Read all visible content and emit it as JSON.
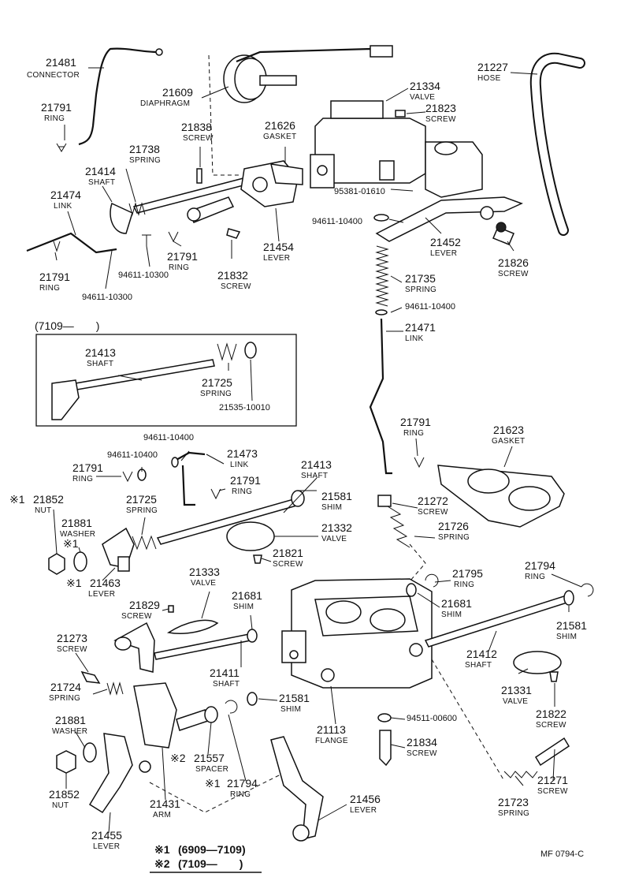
{
  "parts": [
    {
      "id": "p21481",
      "num": "21481",
      "name": "CONNECTOR"
    },
    {
      "id": "p21791a",
      "num": "21791",
      "name": "RING"
    },
    {
      "id": "p21609",
      "num": "21609",
      "name": "DIAPHRAGM"
    },
    {
      "id": "p21838",
      "num": "21838",
      "name": "SCREW"
    },
    {
      "id": "p21738",
      "num": "21738",
      "name": "SPRING"
    },
    {
      "id": "p21414",
      "num": "21414",
      "name": "SHAFT"
    },
    {
      "id": "p21474",
      "num": "21474",
      "name": "LINK"
    },
    {
      "id": "p21791b",
      "num": "21791",
      "name": "RING"
    },
    {
      "id": "p21791c",
      "num": "21791",
      "name": "RING"
    },
    {
      "id": "p21832",
      "num": "21832",
      "name": "SCREW"
    },
    {
      "id": "p21454",
      "num": "21454",
      "name": "LEVER"
    },
    {
      "id": "p21626",
      "num": "21626",
      "name": "GASKET"
    },
    {
      "id": "p21334",
      "num": "21334",
      "name": "VALVE"
    },
    {
      "id": "p21823",
      "num": "21823",
      "name": "SCREW"
    },
    {
      "id": "p21227",
      "num": "21227",
      "name": "HOSE"
    },
    {
      "id": "p21452",
      "num": "21452",
      "name": "LEVER"
    },
    {
      "id": "p21826",
      "num": "21826",
      "name": "SCREW"
    },
    {
      "id": "p21735",
      "num": "21735",
      "name": "SPRING"
    },
    {
      "id": "p21471",
      "num": "21471",
      "name": "LINK"
    },
    {
      "id": "p21413a",
      "num": "21413",
      "name": "SHAFT"
    },
    {
      "id": "p21725a",
      "num": "21725",
      "name": "SPRING"
    },
    {
      "id": "p21791d",
      "num": "21791",
      "name": "RING"
    },
    {
      "id": "p21623",
      "num": "21623",
      "name": "GASKET"
    },
    {
      "id": "p21473",
      "num": "21473",
      "name": "LINK"
    },
    {
      "id": "p21413b",
      "num": "21413",
      "name": "SHAFT"
    },
    {
      "id": "p21791e",
      "num": "21791",
      "name": "RING"
    },
    {
      "id": "p21791f",
      "num": "21791",
      "name": "RING"
    },
    {
      "id": "p21725b",
      "num": "21725",
      "name": "SPRING"
    },
    {
      "id": "p21581a",
      "num": "21581",
      "name": "SHIM"
    },
    {
      "id": "p21272",
      "num": "21272",
      "name": "SCREW"
    },
    {
      "id": "p21726",
      "num": "21726",
      "name": "SPRING"
    },
    {
      "id": "p21332",
      "num": "21332",
      "name": "VALVE"
    },
    {
      "id": "p21821",
      "num": "21821",
      "name": "SCREW"
    },
    {
      "id": "p21333",
      "num": "21333",
      "name": "VALVE"
    },
    {
      "id": "p21829",
      "num": "21829",
      "name": "SCREW"
    },
    {
      "id": "p21681a",
      "num": "21681",
      "name": "SHIM"
    },
    {
      "id": "p21795",
      "num": "21795",
      "name": "RING"
    },
    {
      "id": "p21681b",
      "num": "21681",
      "name": "SHIM"
    },
    {
      "id": "p21794a",
      "num": "21794",
      "name": "RING"
    },
    {
      "id": "p21581b",
      "num": "21581",
      "name": "SHIM"
    },
    {
      "id": "p21412",
      "num": "21412",
      "name": "SHAFT"
    },
    {
      "id": "p21331",
      "num": "21331",
      "name": "VALVE"
    },
    {
      "id": "p21822",
      "num": "21822",
      "name": "SCREW"
    },
    {
      "id": "p21273",
      "num": "21273",
      "name": "SCREW"
    },
    {
      "id": "p21411",
      "num": "21411",
      "name": "SHAFT"
    },
    {
      "id": "p21724",
      "num": "21724",
      "name": "SPRING"
    },
    {
      "id": "p21581c",
      "num": "21581",
      "name": "SHIM"
    },
    {
      "id": "p21113",
      "num": "21113",
      "name": "FLANGE"
    },
    {
      "id": "p21881b",
      "num": "21881",
      "name": "WASHER"
    },
    {
      "id": "p21852b",
      "num": "21852",
      "name": "NUT"
    },
    {
      "id": "p21455",
      "num": "21455",
      "name": "LEVER"
    },
    {
      "id": "p21431",
      "num": "21431",
      "name": "ARM"
    },
    {
      "id": "p21456",
      "num": "21456",
      "name": "LEVER"
    },
    {
      "id": "p21834",
      "num": "21834",
      "name": "SCREW"
    },
    {
      "id": "p21271",
      "num": "21271",
      "name": "SCREW"
    },
    {
      "id": "p21723",
      "num": "21723",
      "name": "SPRING"
    }
  ],
  "marked_parts": [
    {
      "id": "m21852",
      "mark": "※1",
      "num": "21852",
      "name": "NUT"
    },
    {
      "id": "m21881",
      "mark": "※1",
      "num": "21881",
      "name": "WASHER"
    },
    {
      "id": "m21463",
      "mark": "※1",
      "num": "21463",
      "name": "LEVER"
    },
    {
      "id": "m21557",
      "mark": "※2",
      "num": "21557",
      "name": "SPACER"
    },
    {
      "id": "m21794",
      "mark": "※1",
      "num": "21794",
      "name": "RING"
    }
  ],
  "codes": [
    {
      "id": "c95381",
      "text": "95381-01610"
    },
    {
      "id": "c94611a",
      "text": "94611-10400"
    },
    {
      "id": "c94611b",
      "text": "94611-10400"
    },
    {
      "id": "c94611c",
      "text": "94611-10300"
    },
    {
      "id": "c94611d",
      "text": "94611-10300"
    },
    {
      "id": "c21535",
      "text": "21535-10010"
    },
    {
      "id": "c94611e",
      "text": "94611-10400"
    },
    {
      "id": "c94611f",
      "text": "94611-10400"
    },
    {
      "id": "c94511",
      "text": "94511-00600"
    }
  ],
  "inset_label": "(7109—　　)",
  "notes": {
    "note1_mark": "※1",
    "note1_text": "(6909—7109)",
    "note2_mark": "※2",
    "note2_text": "(7109—　　)"
  },
  "figure_code": "MF  0794-C"
}
